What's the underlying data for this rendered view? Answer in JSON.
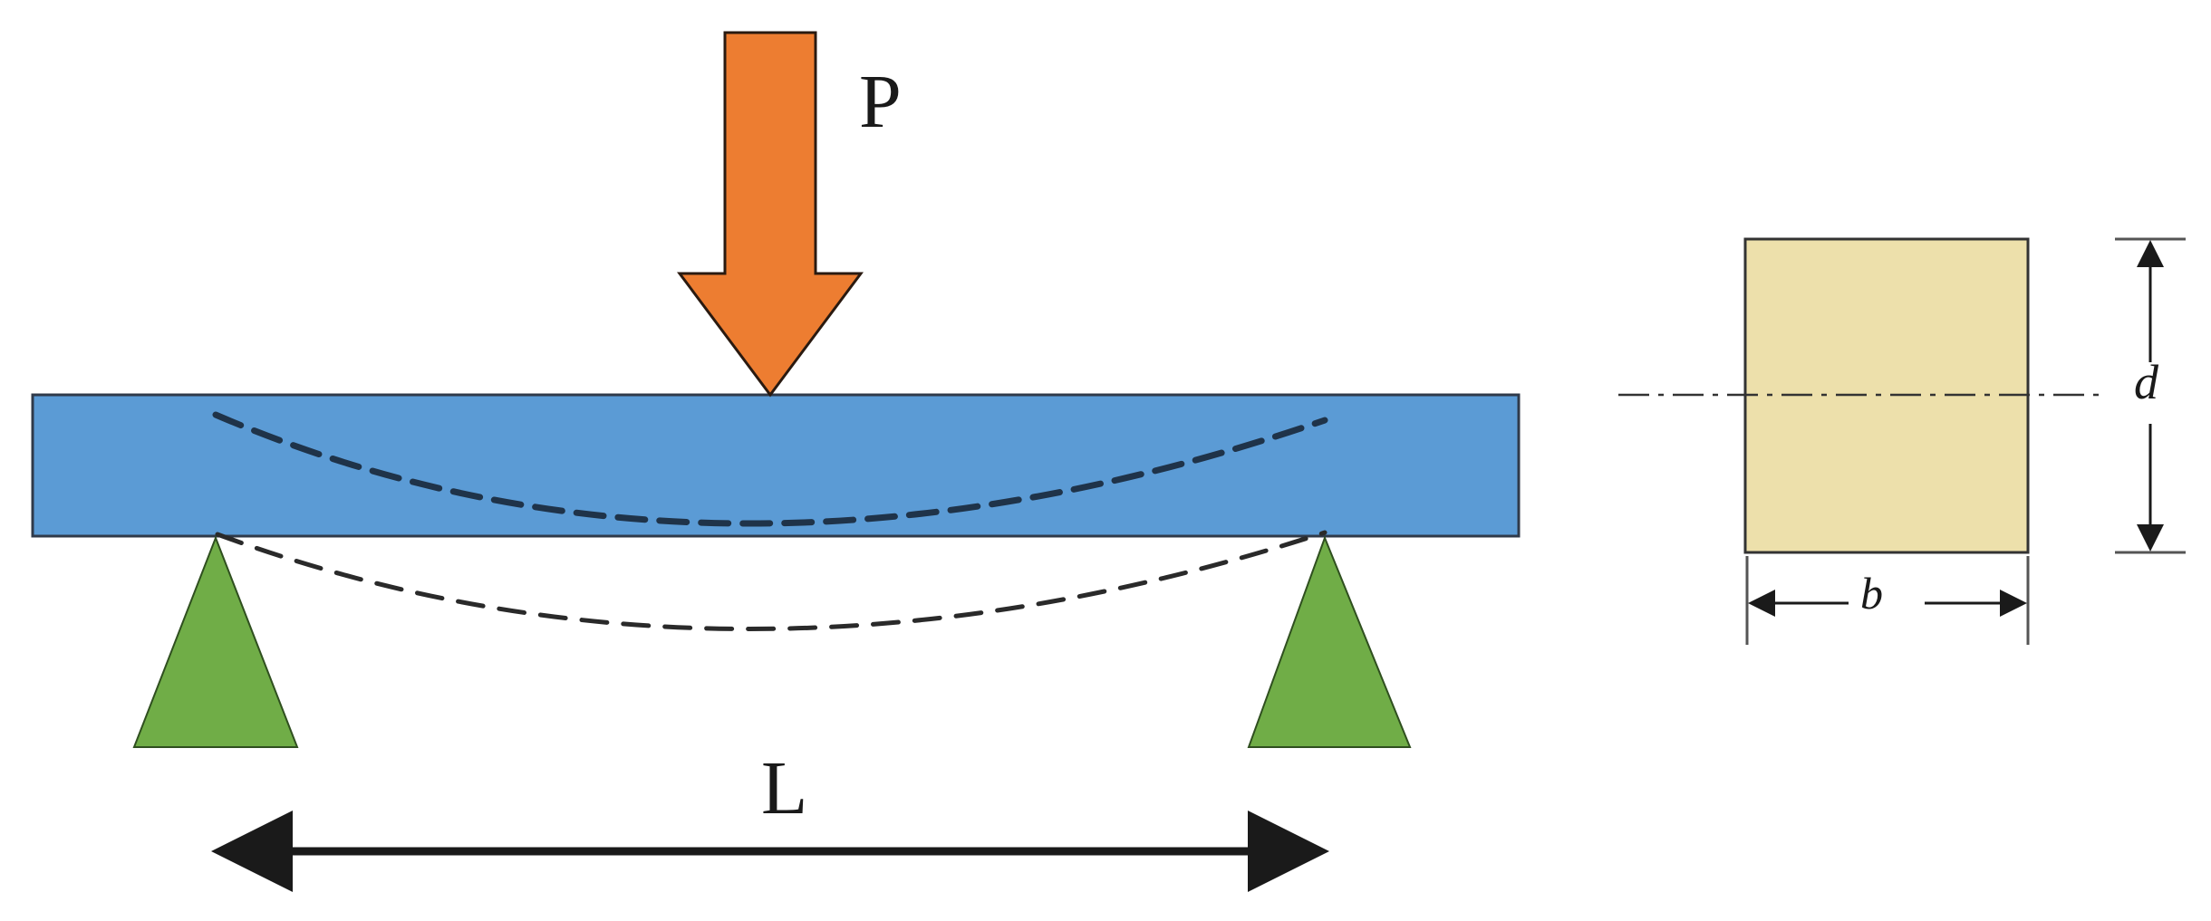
{
  "labels": {
    "load": "P",
    "span": "L",
    "width": "b",
    "depth": "d"
  },
  "colors": {
    "beam": "#5b9bd5",
    "beam_outline": "#2f3a4a",
    "load_arrow": "#ed7d31",
    "support": "#70ad47",
    "cross_section": "#ede0ab",
    "line": "#1a1a1a",
    "deflection": "#1f3349"
  },
  "icons": {
    "load": "down-arrow-icon",
    "support": "triangle-support-icon",
    "span": "double-arrow-icon"
  }
}
